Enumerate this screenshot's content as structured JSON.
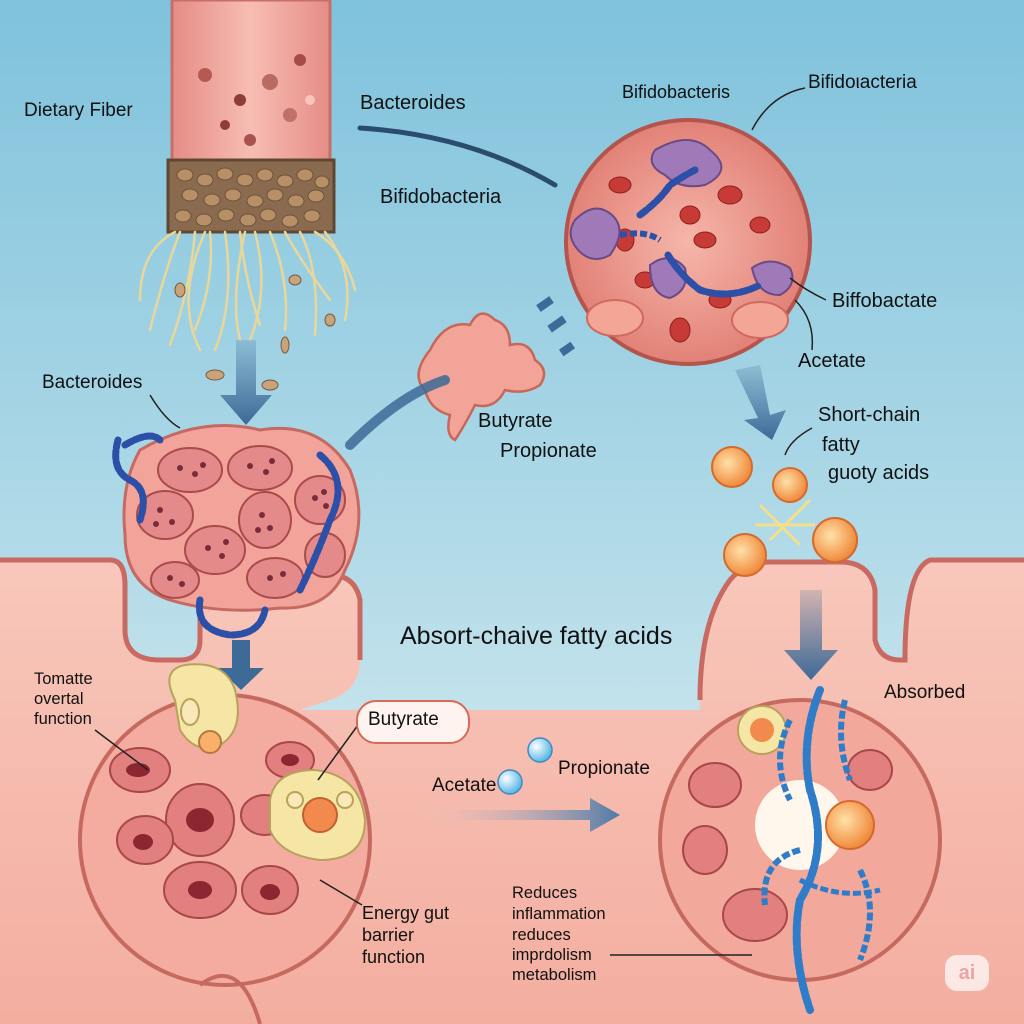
{
  "labels": {
    "dietary_fiber": "Dietary Fiber",
    "bacteroides_top": "Bacteroides",
    "bifidobacteria_mid": "Bifidobacteria",
    "bifidobacteris": "Bifidobacteris",
    "bifidolacteria": "Bifidoιacteria",
    "biffobactate": "Biffobactate",
    "acetate_top": "Acetate",
    "bacteroides_left": "Bacteroides",
    "butyrate_center": "Butyrate",
    "propionate_center": "Propionate",
    "scfa_line1": "Short-chain",
    "scfa_line2": "fatty",
    "scfa_line3": "guoty acids",
    "absort_heading": "Absort-chaive fatty acids",
    "absorbed": "Absorbed",
    "tomatte_line1": "Tomatte",
    "tomatte_line2": "overtal",
    "tomatte_line3": "function",
    "butyrate_bubble": "Butyrate",
    "acetate_bottom": "Acetate",
    "propionate_bottom": "Propionate",
    "energy_line1": "Energy gut",
    "energy_line2": "barrier",
    "energy_line3": "function",
    "reduces_line1": "Reduces",
    "reduces_line2": "inflammation",
    "reduces_line3": "reduces",
    "reduces_line4": "imprdolism",
    "reduces_line5": "metabolism",
    "watermark": "ai"
  },
  "colors": {
    "lumen_top": "#8ecae0",
    "lumen_bottom": "#dbeef2",
    "tissue": "#f2b3a6",
    "cell_fill": "#e98f86",
    "bacteria_blue": "#2c4fa8",
    "bacteria_purple": "#a47ab8",
    "arrow_blue": "#3d6a97",
    "scfa_orange": "#f08a3c"
  }
}
